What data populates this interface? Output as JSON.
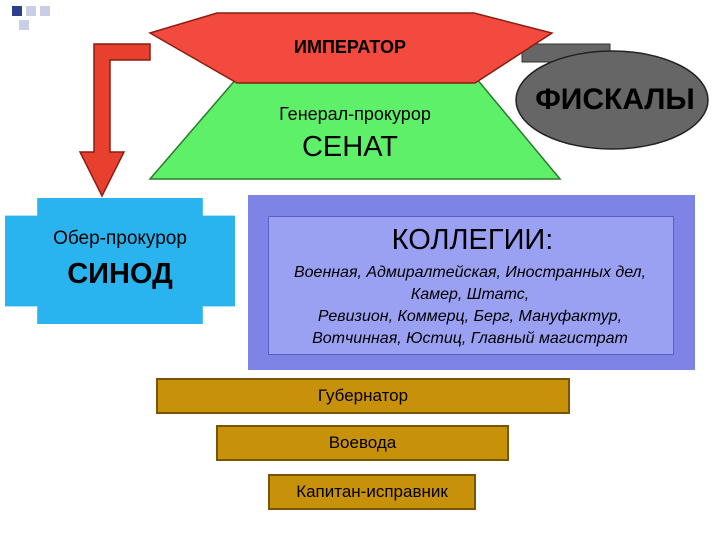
{
  "emperor": {
    "label": "ИМПЕРАТОР"
  },
  "senate": {
    "subtitle": "Генерал-прокурор",
    "title": "СЕНАТ"
  },
  "fiscals": {
    "label": "ФИСКАЛЫ"
  },
  "synod": {
    "subtitle": "Обер-прокурор",
    "title": "СИНОД"
  },
  "collegia": {
    "title": "КОЛЛЕГИИ:",
    "lines": [
      "Военная, Адмиралтейская, Иностранных дел,",
      "Камер, Штатс,",
      "Ревизион, Коммерц, Берг, Мануфактур,",
      "Вотчинная, Юстиц, Главный магистрат"
    ]
  },
  "levels": [
    "Губернатор",
    "Воевода",
    "Капитан-исправник"
  ],
  "colors": {
    "emperor": "#f24a3e",
    "senate": "#5ff06a",
    "fiscals": "#666666",
    "synod": "#2ab4ef",
    "collegia": "#9aa0f2",
    "levels": "#c8910a",
    "arrow": "#e8402e"
  }
}
